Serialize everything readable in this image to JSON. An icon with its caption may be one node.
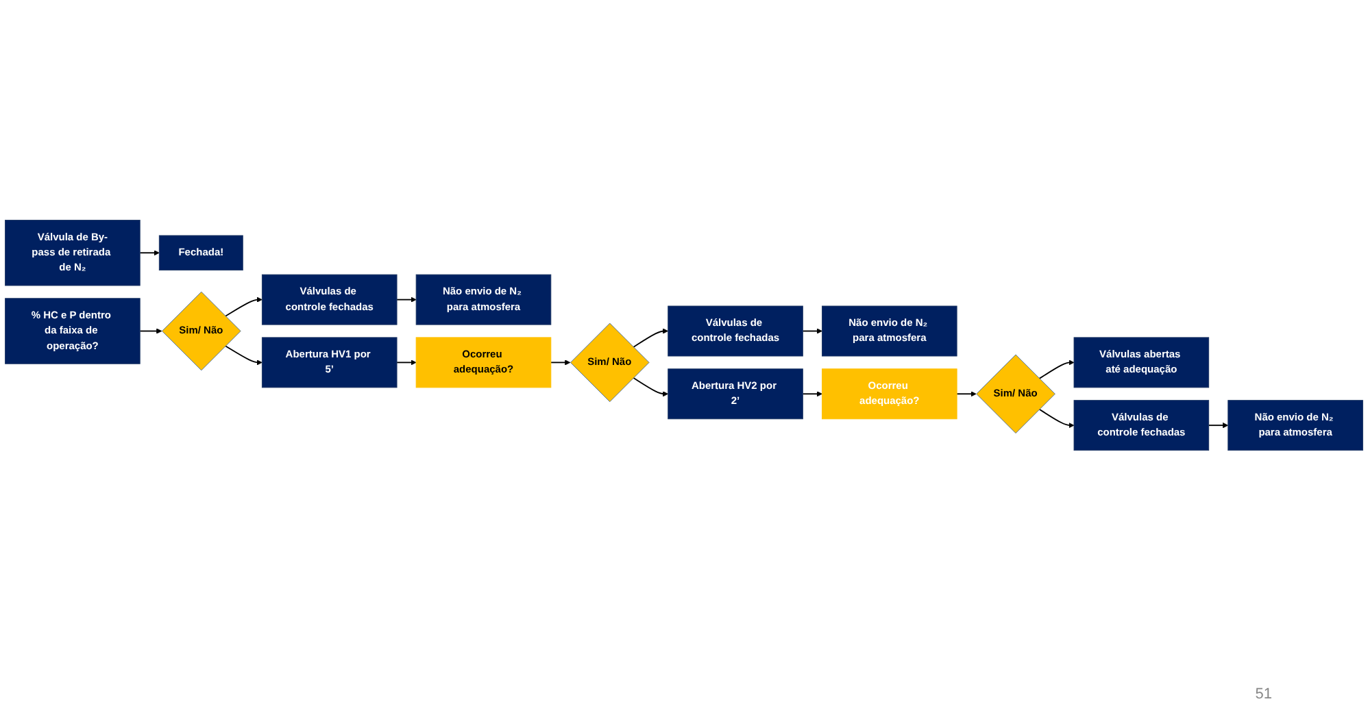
{
  "diagram": {
    "nodes": [
      {
        "text": [
          "Válvula de By-pass de retirada de N₂"
        ]
      },
      {
        "text": [
          "Fechada!"
        ]
      },
      {
        "text": [
          "% HC e P dentro da faixa de operação?"
        ]
      },
      {
        "text": [
          "Sim/ Não"
        ]
      },
      {
        "text": [
          "Válvulas de controle fechadas"
        ]
      },
      {
        "text": [
          "Não envio de N₂ para atmosfera"
        ]
      },
      {
        "text": [
          "Abertura HV1 por 5’"
        ]
      },
      {
        "text": [
          "Ocorreu adequação?"
        ]
      },
      {
        "text": [
          "Sim/ Não"
        ]
      },
      {
        "text": [
          "Válvulas de controle fechadas"
        ]
      },
      {
        "text": [
          "Não envio de N₂ para atmosfera"
        ]
      },
      {
        "text": [
          "Abertura HV2 por 2’"
        ]
      },
      {
        "text": [
          "Ocorreu adequação?"
        ]
      },
      {
        "text": [
          "Válvulas abertas até adequação"
        ]
      },
      {
        "text": [
          "Sim/ Não"
        ]
      },
      {
        "text": [
          "Válvulas de controle fechadas"
        ]
      },
      {
        "text": [
          "Não envio de N₂ para atmosfera"
        ]
      }
    ],
    "edges": [
      {
        "from": 0,
        "to": 1,
        "arrow": "to"
      },
      {
        "from": 2,
        "to": 3,
        "arrow": "to"
      },
      {
        "from": 3,
        "to": 4,
        "arrow": "to"
      },
      {
        "from": 4,
        "to": 5,
        "arrow": "to"
      },
      {
        "from": 3,
        "to": 6,
        "arrow": "to"
      },
      {
        "from": 6,
        "to": 7,
        "arrow": "to"
      },
      {
        "from": 7,
        "to": 8,
        "arrow": "to"
      },
      {
        "from": 8,
        "to": 9,
        "arrow": "to"
      },
      {
        "from": 9,
        "to": 10,
        "arrow": "to"
      },
      {
        "from": 8,
        "to": 11,
        "arrow": "to"
      },
      {
        "from": 11,
        "to": 12,
        "arrow": "to"
      },
      {
        "from": 12,
        "to": 14,
        "arrow": "to"
      },
      {
        "from": 14,
        "to": 15,
        "arrow": "to"
      },
      {
        "from": 15,
        "to": 16,
        "arrow": "to"
      },
      {
        "from": 14,
        "to": 13,
        "arrow": "to"
      }
    ],
    "labels": [
      "51"
    ]
  }
}
